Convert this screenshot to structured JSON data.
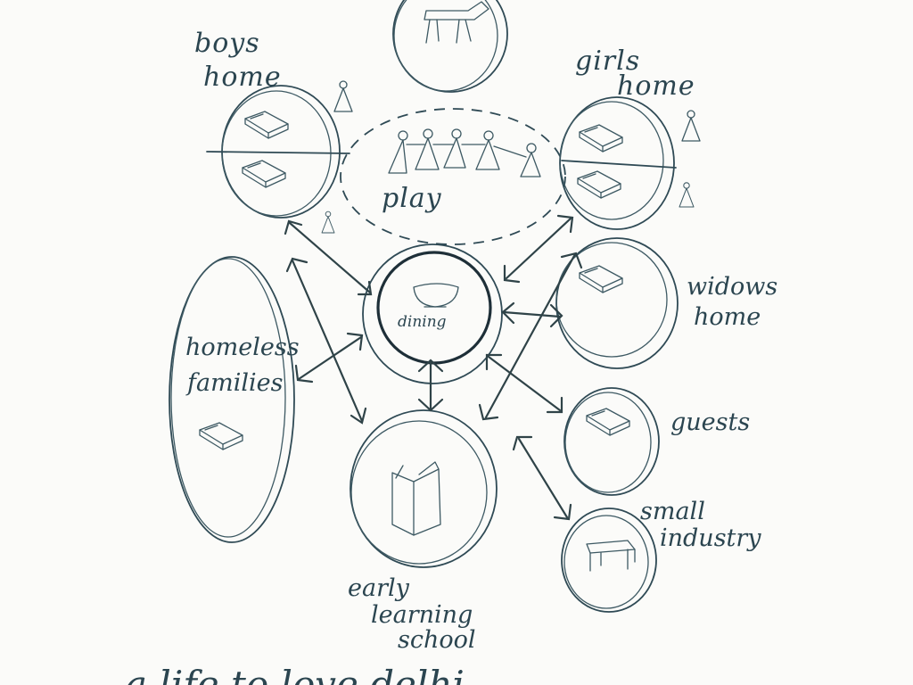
{
  "zones": {
    "boys_home": [
      "boys",
      "home"
    ],
    "girls_home": [
      "girls",
      "home"
    ],
    "play": "play",
    "dining": "dining",
    "widows_home": [
      "widows",
      "home"
    ],
    "homeless_families": [
      "homeless",
      "families"
    ],
    "guests": "guests",
    "small_industry": [
      "small",
      "industry"
    ],
    "early_learning_school": [
      "early",
      "learning",
      "school"
    ]
  },
  "caption": "a life to love delhi",
  "icons": {
    "top": "animal-icon",
    "bed": "bed-icon",
    "people": "people-group-icon",
    "bowl": "bowl-icon",
    "book": "book-icon",
    "table": "table-icon",
    "person": "person-icon"
  },
  "colors": {
    "ink": "#2f4a55",
    "paper": "#fbfbf9"
  }
}
